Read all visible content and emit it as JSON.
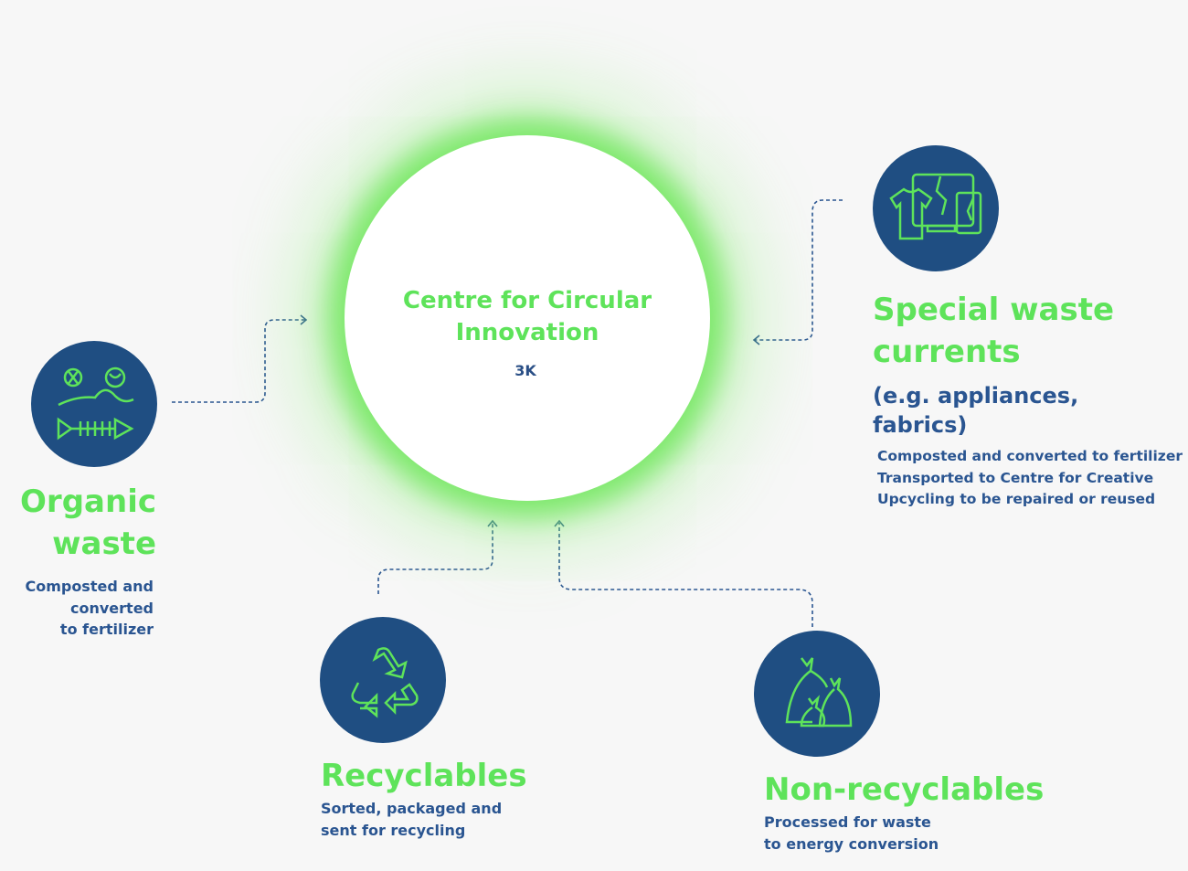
{
  "hub": {
    "title": "Centre for Circular Innovation",
    "value": "3K"
  },
  "nodes": {
    "organic": {
      "title_line1": "Organic",
      "title_line2": "waste",
      "desc": [
        "Composted and",
        "converted",
        "to fertilizer"
      ],
      "icon": "food-waste-icon"
    },
    "special": {
      "title_line1": "Special waste",
      "title_line2": "currents",
      "subtitle": [
        "(e.g. appliances,",
        "fabrics)"
      ],
      "desc": [
        "Composted and converted to fertilizer",
        "Transported to Centre for Creative",
        "Upcycling to be repaired or reused"
      ],
      "icon": "appliances-fabrics-icon"
    },
    "recyclables": {
      "title": "Recyclables",
      "desc": [
        "Sorted, packaged and",
        "sent for recycling"
      ],
      "icon": "recycle-icon"
    },
    "nonrecyclables": {
      "title": "Non-recyclables",
      "desc": [
        "Processed for waste",
        "to energy conversion"
      ],
      "icon": "garbage-bags-icon"
    }
  },
  "colors": {
    "green": "#5ee35a",
    "navy": "#1f4e82",
    "text": "#2a5591"
  }
}
